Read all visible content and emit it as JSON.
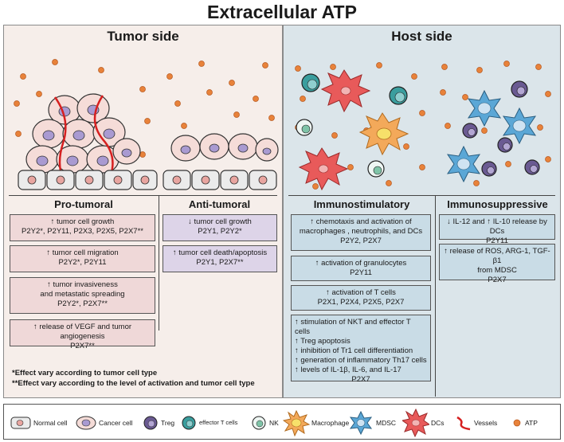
{
  "title": "Extracellular ATP",
  "tumor_side": {
    "title": "Tumor side",
    "pro_tumoral": {
      "title": "Pro-tumoral",
      "boxes": [
        {
          "lines": [
            "↑ tumor cell growth",
            "P2Y2*, P2Y11, P2X3, P2X5, P2X7**"
          ]
        },
        {
          "lines": [
            "↑ tumor cell migration",
            "P2Y2*, P2Y11"
          ]
        },
        {
          "lines": [
            "↑ tumor invasiveness",
            "and metastatic spreading",
            "P2Y2*, P2X7**"
          ]
        },
        {
          "lines": [
            "↑ release of VEGF and tumor angiogenesis",
            "P2X7**"
          ]
        }
      ]
    },
    "anti_tumoral": {
      "title": "Anti-tumoral",
      "boxes": [
        {
          "lines": [
            "↓ tumor cell growth",
            "P2Y1, P2Y2*"
          ]
        },
        {
          "lines": [
            "↑ tumor cell death/apoptosis",
            "P2Y1, P2X7**"
          ]
        }
      ]
    },
    "footnotes": [
      "*Effect vary according to tumor cell type",
      "**Effect vary according to the level of activation and tumor cell type"
    ]
  },
  "host_side": {
    "title": "Host side",
    "immunostimulatory": {
      "title": "Immunostimulatory",
      "boxes": [
        {
          "lines": [
            "↑ chemotaxis and activation of",
            "macrophages , neutrophils, and DCs",
            "P2Y2, P2X7"
          ]
        },
        {
          "lines": [
            "↑ activation of granulocytes",
            "P2Y11"
          ]
        },
        {
          "lines": [
            "↑ activation of  T cells",
            "P2X1, P2X4, P2X5, P2X7"
          ]
        },
        {
          "lines": [
            "↑ stimulation of NKT and effector T cells",
            "↑ Treg apoptosis",
            "↑ inhibition of Tr1 cell differentiation",
            "↑ generation of inflammatory Th17 cells",
            "↑ levels of IL-1β, IL-6, and IL-17",
            "P2X7"
          ]
        }
      ]
    },
    "immunosuppressive": {
      "title": "Immunosuppressive",
      "boxes": [
        {
          "lines": [
            "↓ IL-12 and ↑ IL-10 release by DCs",
            "P2Y11"
          ]
        },
        {
          "lines": [
            "↑ release of ROS,  ARG-1, TGF-β1",
            "from MDSC",
            "P2X7"
          ]
        }
      ]
    }
  },
  "legend": [
    {
      "label": "Normal cell",
      "icon": "normal-cell-icon"
    },
    {
      "label": "Cancer cell",
      "icon": "cancer-cell-icon"
    },
    {
      "label": "Treg",
      "icon": "treg-icon"
    },
    {
      "label": "effector T cells",
      "icon": "effector-t-cell-icon"
    },
    {
      "label": "NK",
      "icon": "nk-cell-icon"
    },
    {
      "label": "Macrophage",
      "icon": "macrophage-icon"
    },
    {
      "label": "MDSC",
      "icon": "mdsc-icon"
    },
    {
      "label": "DCs",
      "icon": "dc-icon"
    },
    {
      "label": "Vessels",
      "icon": "vessel-icon"
    },
    {
      "label": "ATP",
      "icon": "atp-icon"
    }
  ],
  "colors": {
    "tumor_bg": "#f6eeea",
    "host_bg": "#dbe5ea",
    "pink_box": "#efd8d8",
    "purple_box": "#ddd4e8",
    "blue_box": "#c9dce6",
    "atp": "#e8823a",
    "vessel": "#d62020",
    "dc": "#e85a5a",
    "macrophage": "#f3a95a",
    "mdsc": "#5ba7d6"
  }
}
